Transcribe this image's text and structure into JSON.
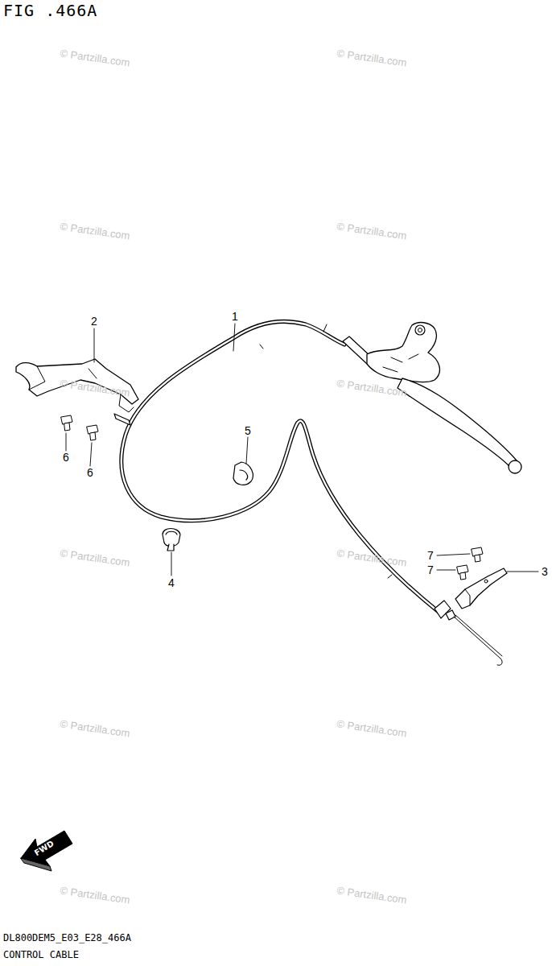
{
  "diagram": {
    "title": "FIG .466A",
    "caption": "CONTROL CABLE",
    "labels": [
      "1",
      "2",
      "6",
      "6",
      "5",
      "4",
      "7",
      "7",
      "3",
      "FWD",
      "DL800DEM5_E03_E28_466A",
      "© Partzilla.com",
      "© Partzilla.com",
      "© Partzilla.com",
      "© Partzilla.com",
      "© Partzilla.com",
      "© Partzilla.com",
      "© Partzilla.com",
      "© Partzilla.com",
      "© Partzilla.com",
      "© Partzilla.com",
      "© Partzilla.com",
      "© Partzilla.com"
    ]
  }
}
